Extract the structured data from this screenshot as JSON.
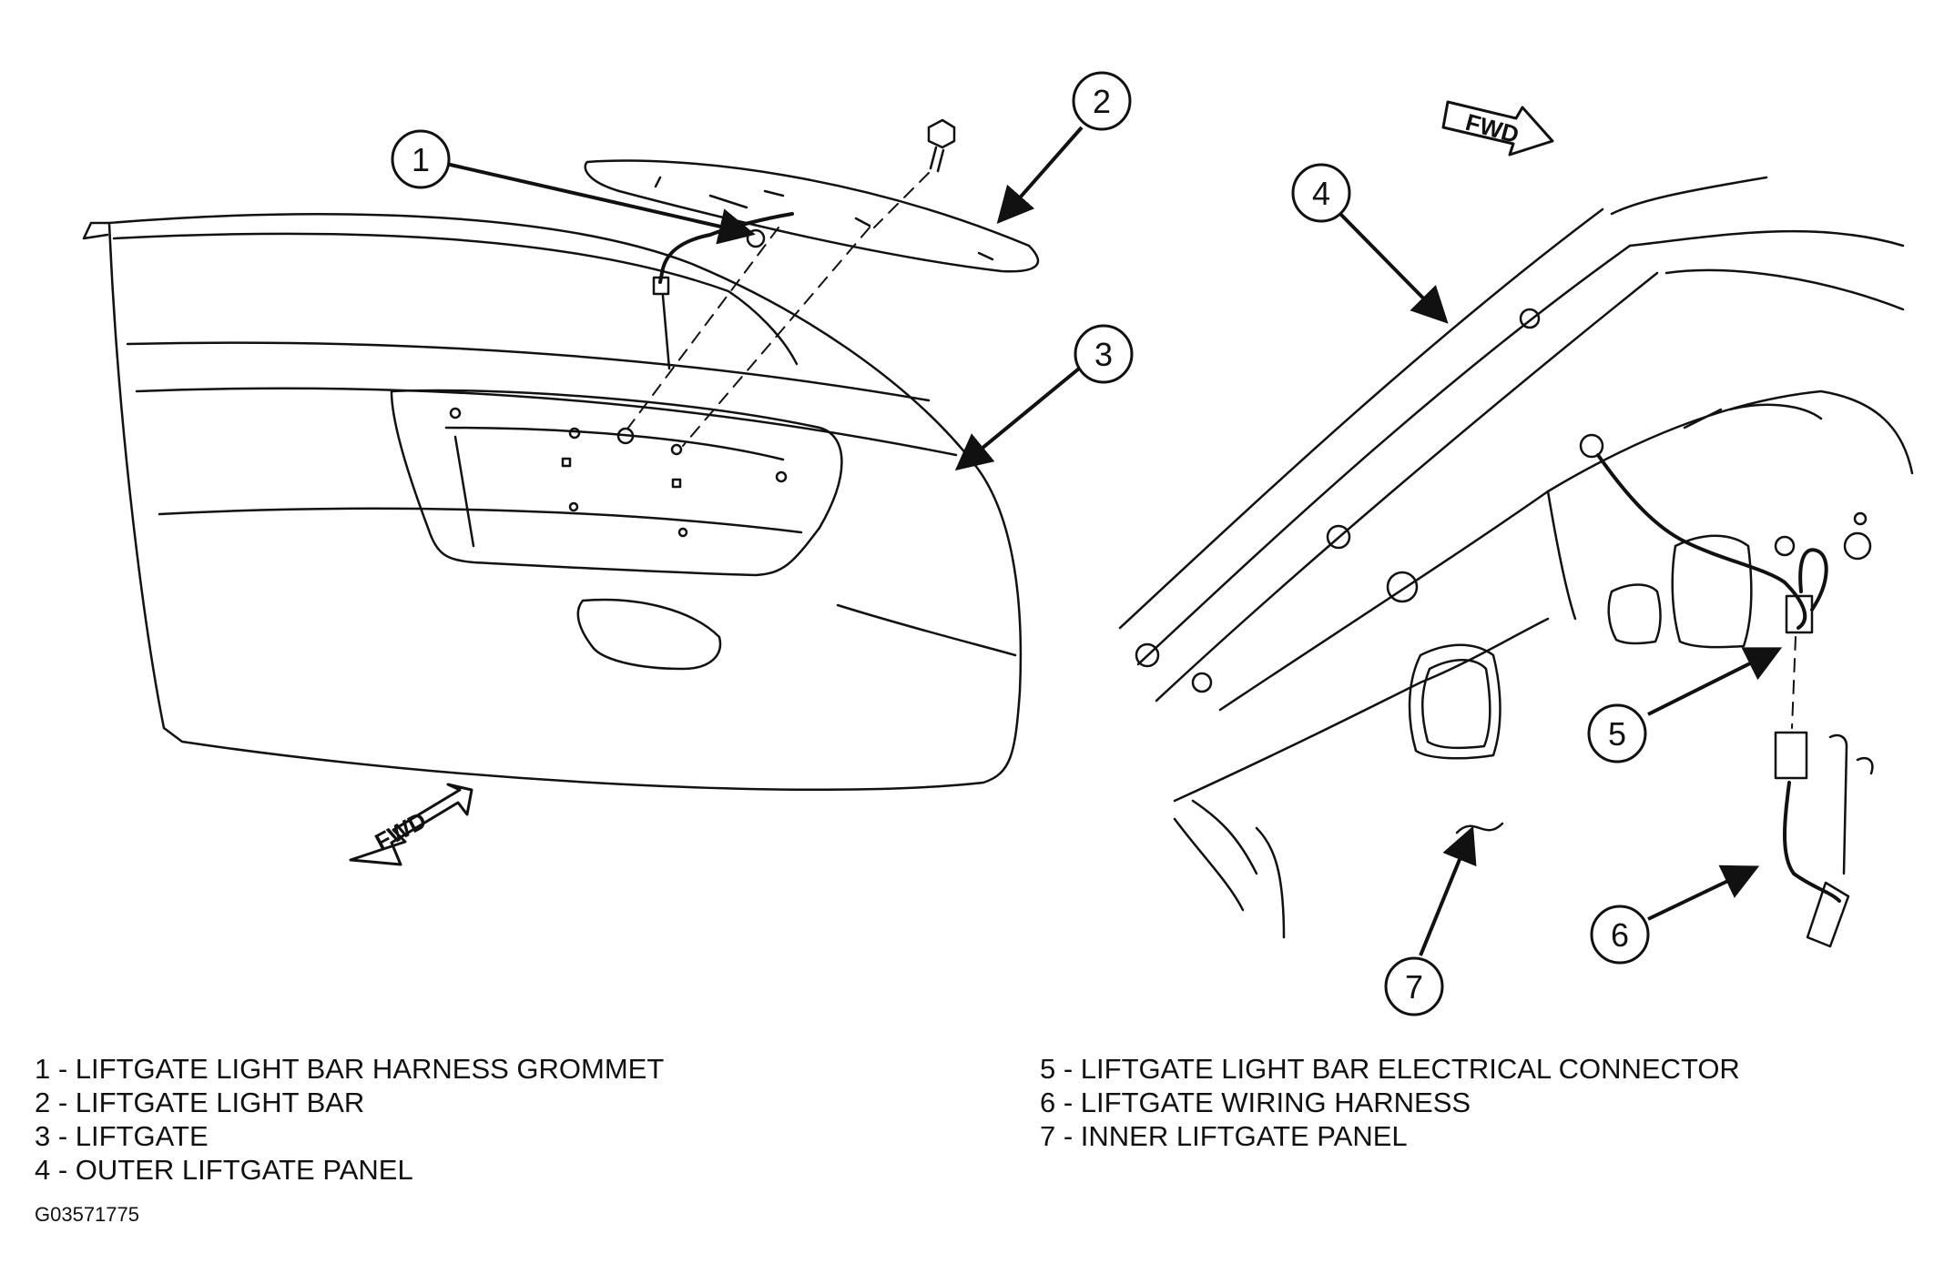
{
  "callouts": {
    "c1": "1",
    "c2": "2",
    "c3": "3",
    "c4": "4",
    "c5": "5",
    "c6": "6",
    "c7": "7"
  },
  "fwd_labels": {
    "left": "FWD",
    "right": "FWD"
  },
  "legend": {
    "left": [
      "1 - LIFTGATE LIGHT BAR HARNESS GROMMET",
      "2 - LIFTGATE LIGHT BAR",
      "3 - LIFTGATE",
      "4 - OUTER LIFTGATE PANEL"
    ],
    "right": [
      "5 - LIFTGATE LIGHT BAR ELECTRICAL CONNECTOR",
      "6 - LIFTGATE WIRING HARNESS",
      "7 - INNER LIFTGATE PANEL"
    ]
  },
  "figure_code": "G03571775"
}
